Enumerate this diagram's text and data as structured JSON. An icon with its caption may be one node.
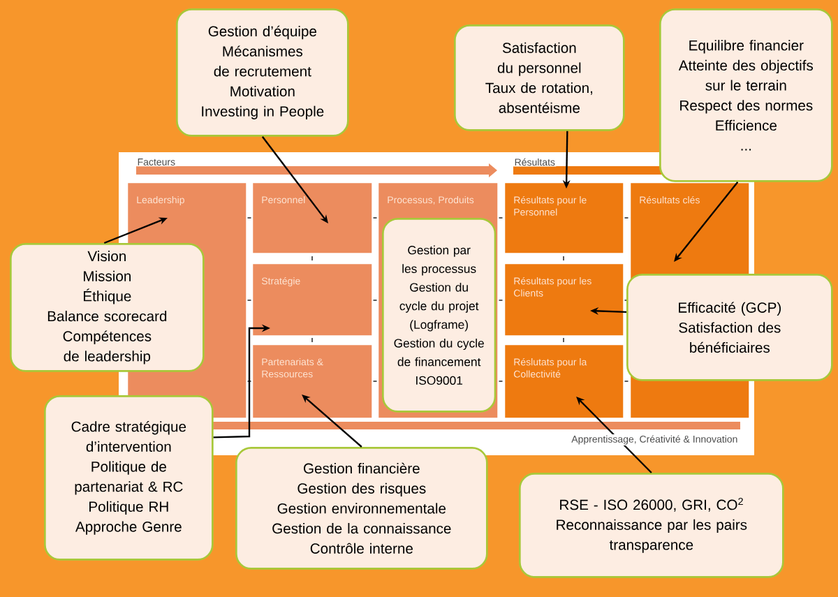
{
  "diagram": {
    "nodes": [
      {
        "text": [
          "Leadership"
        ]
      },
      {
        "text": [
          "Personnel"
        ]
      },
      {
        "text": [
          "Stratégie"
        ]
      },
      {
        "text": [
          "Partenariats & Ressources"
        ]
      },
      {
        "text": [
          "Processus, Produits"
        ]
      },
      {
        "text": [
          "Résultats pour le Personnel"
        ]
      },
      {
        "text": [
          "Résultats pour les Clients"
        ]
      },
      {
        "text": [
          "Réslutats pour la Collectivité"
        ]
      },
      {
        "text": [
          "Résultats clés"
        ]
      },
      {
        "text": [
          "Gestion d’équipe",
          "Mécanismes de recrutement",
          "Motivation",
          "Investing in People"
        ]
      },
      {
        "text": [
          "Satisfaction du personnel",
          "Taux de rotation, absentéisme"
        ]
      },
      {
        "text": [
          "Equilibre financier",
          "Atteinte des objectifs sur le terrain",
          "Respect des normes",
          "Efficience",
          "..."
        ]
      },
      {
        "text": [
          "Vision",
          "Mission",
          "Éthique",
          "Balance scorecard",
          "Compétences de leadership"
        ]
      },
      {
        "text": [
          "Gestion par les processus",
          "Gestion du cycle du projet (Logframe)",
          "Gestion du cycle de financement",
          "ISO9001"
        ],
        "in": 4
      },
      {
        "text": [
          "Efficacité (GCP)",
          "Satisfaction des bénéficiaires"
        ]
      },
      {
        "text": [
          "Cadre stratégique d’intervention",
          "Politique de partenariat & RC",
          "Politique RH",
          "Approche Genre"
        ]
      },
      {
        "text": [
          "Gestion financière",
          "Gestion des risques",
          "Gestion environnementale",
          "Gestion de la connaissance",
          "Contrôle interne"
        ]
      },
      {
        "text": [
          "RSE - ISO 26000, GRI, CO$^{2}$",
          "Reconnaissance par les pairs",
          "transparence"
        ]
      }
    ],
    "edges": [
      {
        "from": 9,
        "to": 1,
        "arrow": "to"
      },
      {
        "from": 10,
        "to": 5,
        "arrow": "to"
      },
      {
        "from": 11,
        "to": 8,
        "arrow": "to"
      },
      {
        "from": 12,
        "to": 0,
        "arrow": "to"
      },
      {
        "from": 14,
        "to": 6,
        "arrow": "to"
      },
      {
        "from": 15,
        "to": 2,
        "arrow": "to"
      },
      {
        "from": 16,
        "to": 3,
        "arrow": "to"
      },
      {
        "from": 17,
        "to": 7,
        "arrow": "to"
      }
    ],
    "labels": [
      "Facteurs",
      "Résultats",
      "Apprentissage, Créativité & Innovation"
    ]
  }
}
